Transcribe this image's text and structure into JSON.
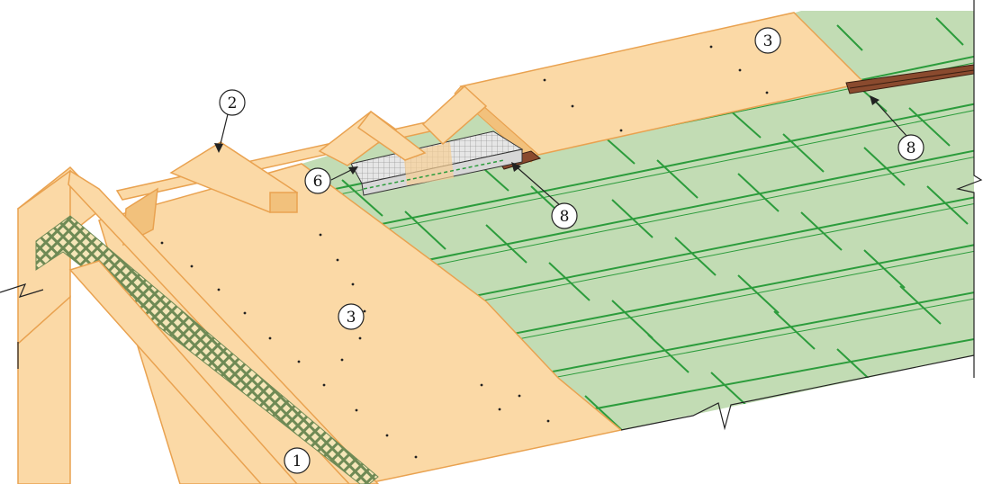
{
  "colors": {
    "wood": "#fbd9a6",
    "wood_edge": "#e9a250",
    "shingle": "#c2dcb4",
    "shingle_line": "#2c9c3c",
    "lattice": "#6f8a55",
    "vent_strip": "#8a4a2e",
    "outline": "#222222"
  },
  "callouts": [
    {
      "label": "1"
    },
    {
      "label": "2"
    },
    {
      "label": "3"
    },
    {
      "label": "3"
    },
    {
      "label": "6"
    },
    {
      "label": "8"
    },
    {
      "label": "8"
    }
  ]
}
